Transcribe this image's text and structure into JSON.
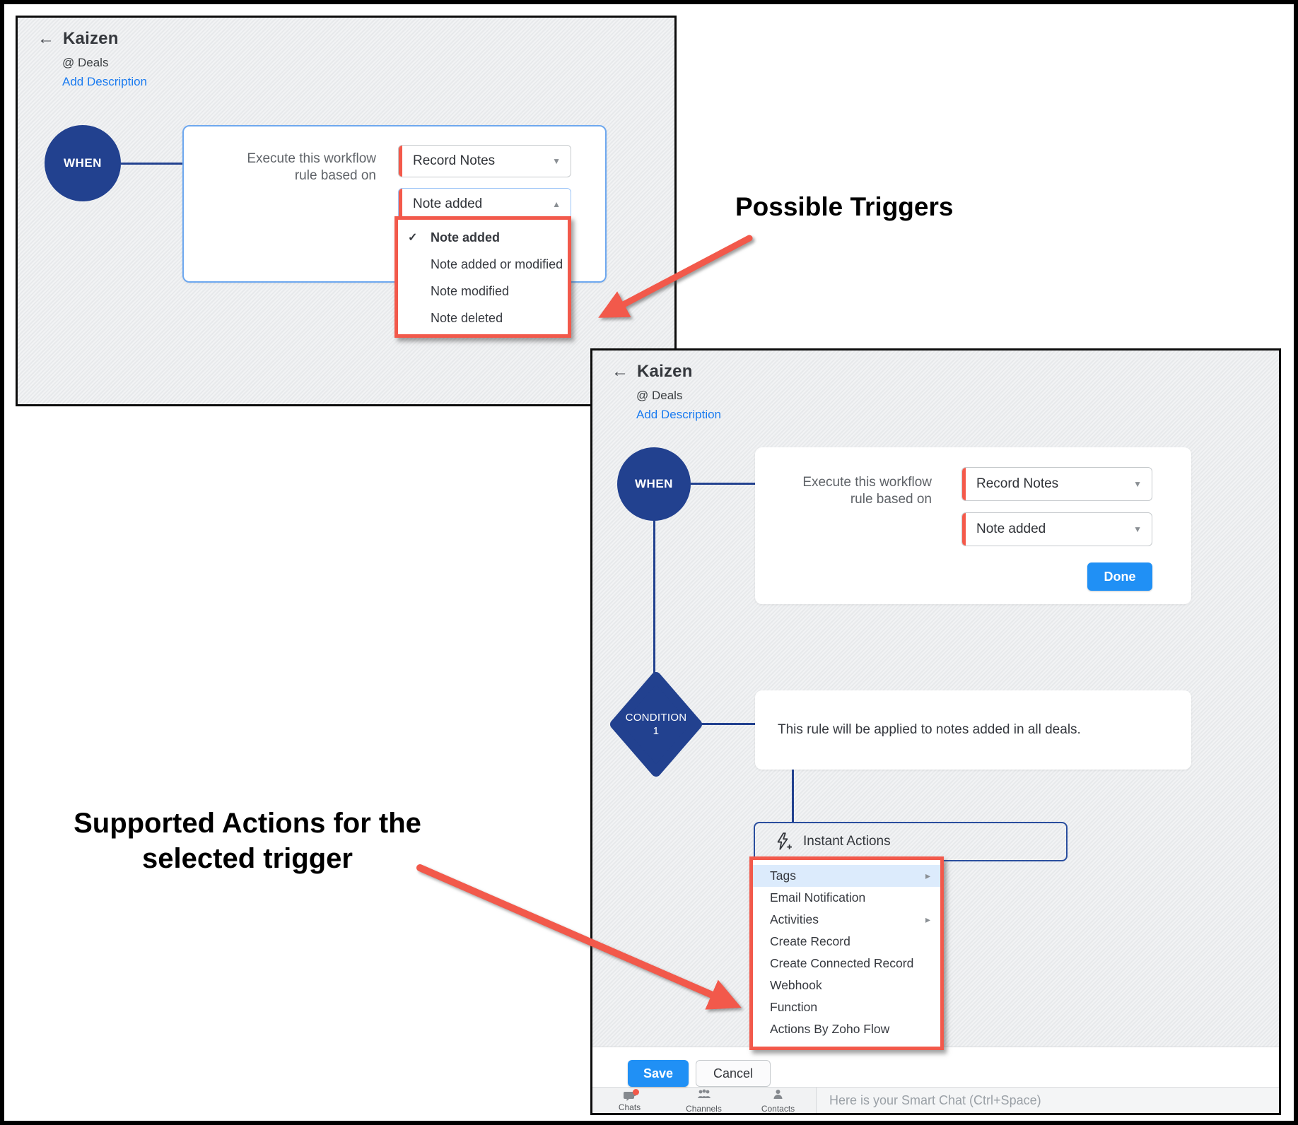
{
  "icons": {
    "back_arrow": "←",
    "caret_down": "▼",
    "caret_up": "▲",
    "check": "✓",
    "submenu_arrow": "▸"
  },
  "colors": {
    "node_navy": "#22418f",
    "annotation_red": "#f2594b",
    "action_blue": "#2090f5",
    "link_blue": "#1a7bf0",
    "highlight_row": "#dcebfc"
  },
  "annotations": {
    "possible_triggers": "Possible Triggers",
    "supported_actions_line1": "Supported Actions for the",
    "supported_actions_line2": "selected trigger"
  },
  "panel1": {
    "title": "Kaizen",
    "module": "@ Deals",
    "add_description": "Add Description",
    "when_label": "WHEN",
    "rule_label": "Execute this workflow rule based on",
    "trigger_module_value": "Record Notes",
    "trigger_event_value": "Note added",
    "trigger_options": [
      "Note added",
      "Note added or modified",
      "Note modified",
      "Note deleted"
    ],
    "selected_option": "Note added"
  },
  "panel2": {
    "title": "Kaizen",
    "module": "@ Deals",
    "add_description": "Add Description",
    "when_label": "WHEN",
    "rule_label": "Execute this workflow rule based on",
    "trigger_module_value": "Record Notes",
    "trigger_event_value": "Note added",
    "done_label": "Done",
    "condition_label": "CONDITION",
    "condition_number": "1",
    "condition_text": "This rule will be applied to notes added in all deals.",
    "instant_actions_label": "Instant Actions",
    "actions_menu": [
      {
        "label": "Tags",
        "has_submenu": true,
        "highlighted": true
      },
      {
        "label": "Email Notification"
      },
      {
        "label": "Activities",
        "has_submenu": true
      },
      {
        "label": "Create Record"
      },
      {
        "label": "Create Connected Record"
      },
      {
        "label": "Webhook"
      },
      {
        "label": "Function"
      },
      {
        "label": "Actions By Zoho Flow"
      }
    ],
    "save_label": "Save",
    "cancel_label": "Cancel",
    "chat_bar": {
      "tabs": [
        "Chats",
        "Channels",
        "Contacts"
      ],
      "placeholder": "Here is your Smart Chat (Ctrl+Space)"
    }
  }
}
